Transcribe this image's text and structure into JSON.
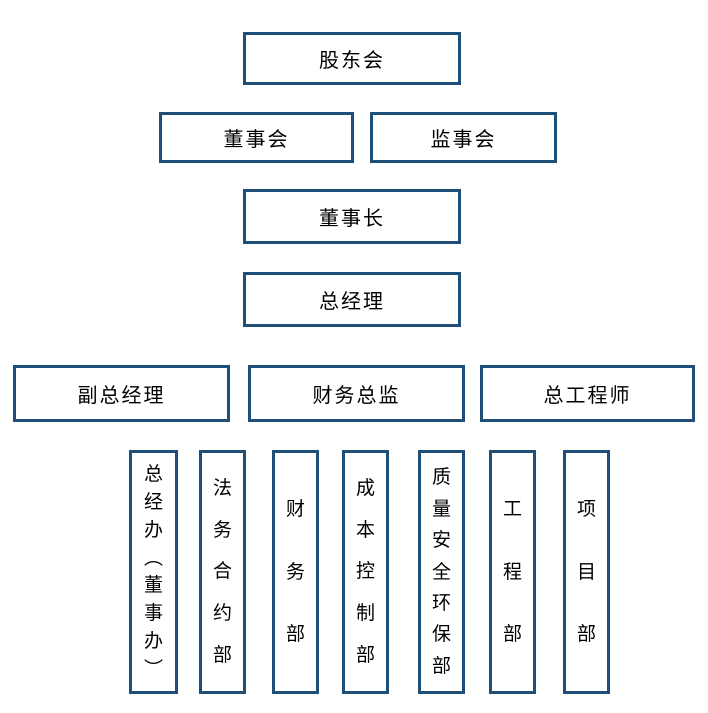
{
  "colors": {
    "border": "#1F4E79",
    "text": "#000000",
    "background": "#FFFFFF"
  },
  "org_chart": {
    "nodes": {
      "shareholders_meeting": "股东会",
      "board_of_directors": "董事会",
      "supervisory_board": "监事会",
      "chairman": "董事长",
      "general_manager": "总经理",
      "deputy_general_manager": "副总经理",
      "finance_director": "财务总监",
      "chief_engineer": "总工程师",
      "departments": [
        "总经办（董事办）",
        "法务合约部",
        "财务部",
        "成本控制部",
        "质量安全环保部",
        "工程部",
        "项目部"
      ]
    }
  }
}
